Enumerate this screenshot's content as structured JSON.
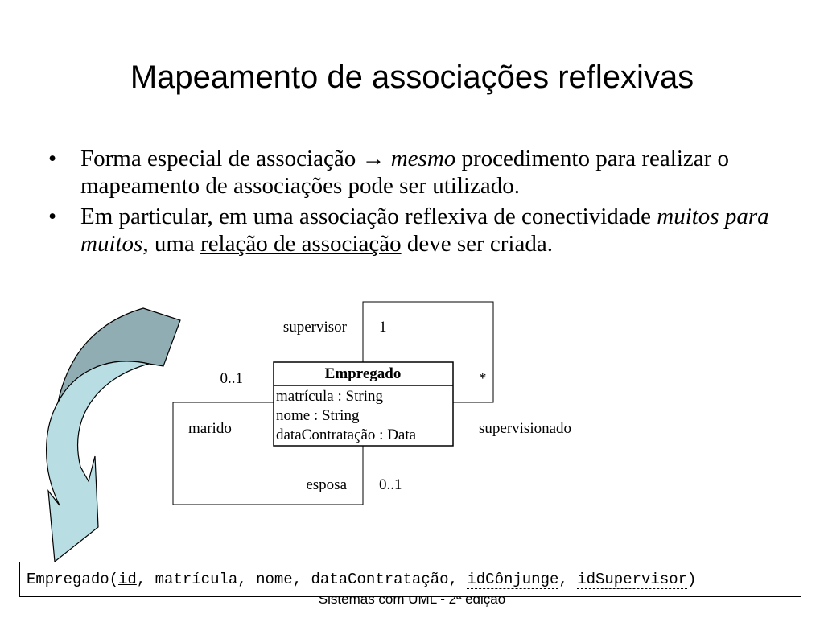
{
  "slide": {
    "title": "Mapeamento de associações reflexivas",
    "footer": "Sistemas com UML - 2ª edição"
  },
  "bullets": [
    {
      "marker": "•",
      "text_a": "Forma especial de associação ",
      "arrow": "→",
      "text_emph": "mesmo",
      "text_b": " procedimento para realizar o mapeamento de associações pode ser utilizado."
    },
    {
      "marker": "•",
      "text_a": "Em particular, em uma associação reflexiva de conectividade ",
      "text_emph": "muitos para muitos",
      "text_b": ", uma ",
      "text_underlined": "relação de associação",
      "text_c": " deve ser criada."
    }
  ],
  "diagram": {
    "class_name": "Empregado",
    "attributes": [
      "matrícula : String",
      "nome : String",
      "dataContratação : Data"
    ],
    "labels": {
      "supervisor": "supervisor",
      "supervisor_mult": "1",
      "supervisionado": "supervisionado",
      "supervisionado_mult": "*",
      "marido": "marido",
      "marido_mult": "0..1",
      "esposa": "esposa",
      "esposa_mult": "0..1"
    },
    "colors": {
      "arrow_dark": "#8fadb3",
      "arrow_light": "#b8dde3",
      "stroke": "#000000"
    }
  },
  "relation": {
    "name": "Empregado(",
    "pk": "id",
    "sep1": ", ",
    "attr1": "matrícula",
    "sep2": ", ",
    "attr2": "nome",
    "sep3": ", ",
    "attr3": "dataContratação",
    "sep4": ", ",
    "fk1": "idCônjunge",
    "sep5": ", ",
    "fk2": "idSupervisor",
    "close": ")"
  }
}
